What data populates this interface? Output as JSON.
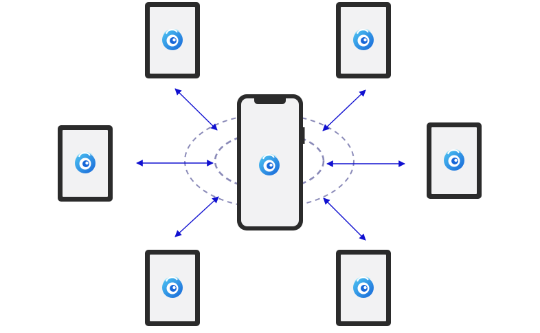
{
  "diagram": {
    "hub": {
      "device": "phone",
      "icon": "app-swirl-logo-icon"
    },
    "connected_devices": [
      {
        "id": "top-left",
        "device": "tablet",
        "icon": "app-swirl-logo-icon"
      },
      {
        "id": "top-right",
        "device": "tablet",
        "icon": "app-swirl-logo-icon"
      },
      {
        "id": "middle-left",
        "device": "tablet",
        "icon": "app-swirl-logo-icon"
      },
      {
        "id": "middle-right",
        "device": "tablet",
        "icon": "app-swirl-logo-icon"
      },
      {
        "id": "bottom-left",
        "device": "tablet",
        "icon": "app-swirl-logo-icon"
      },
      {
        "id": "bottom-right",
        "device": "tablet",
        "icon": "app-swirl-logo-icon"
      }
    ],
    "connection_style": "bidirectional-arrow",
    "signal_rings": 2
  },
  "colors": {
    "background": "#ffffff",
    "device_frame": "#2b2b2b",
    "device_screen": "#f2f2f3",
    "arrow": "#1010d0",
    "signal_ring": "#8a8ab8",
    "logo_light": "#4fc6f2",
    "logo_dark": "#1766d8"
  }
}
